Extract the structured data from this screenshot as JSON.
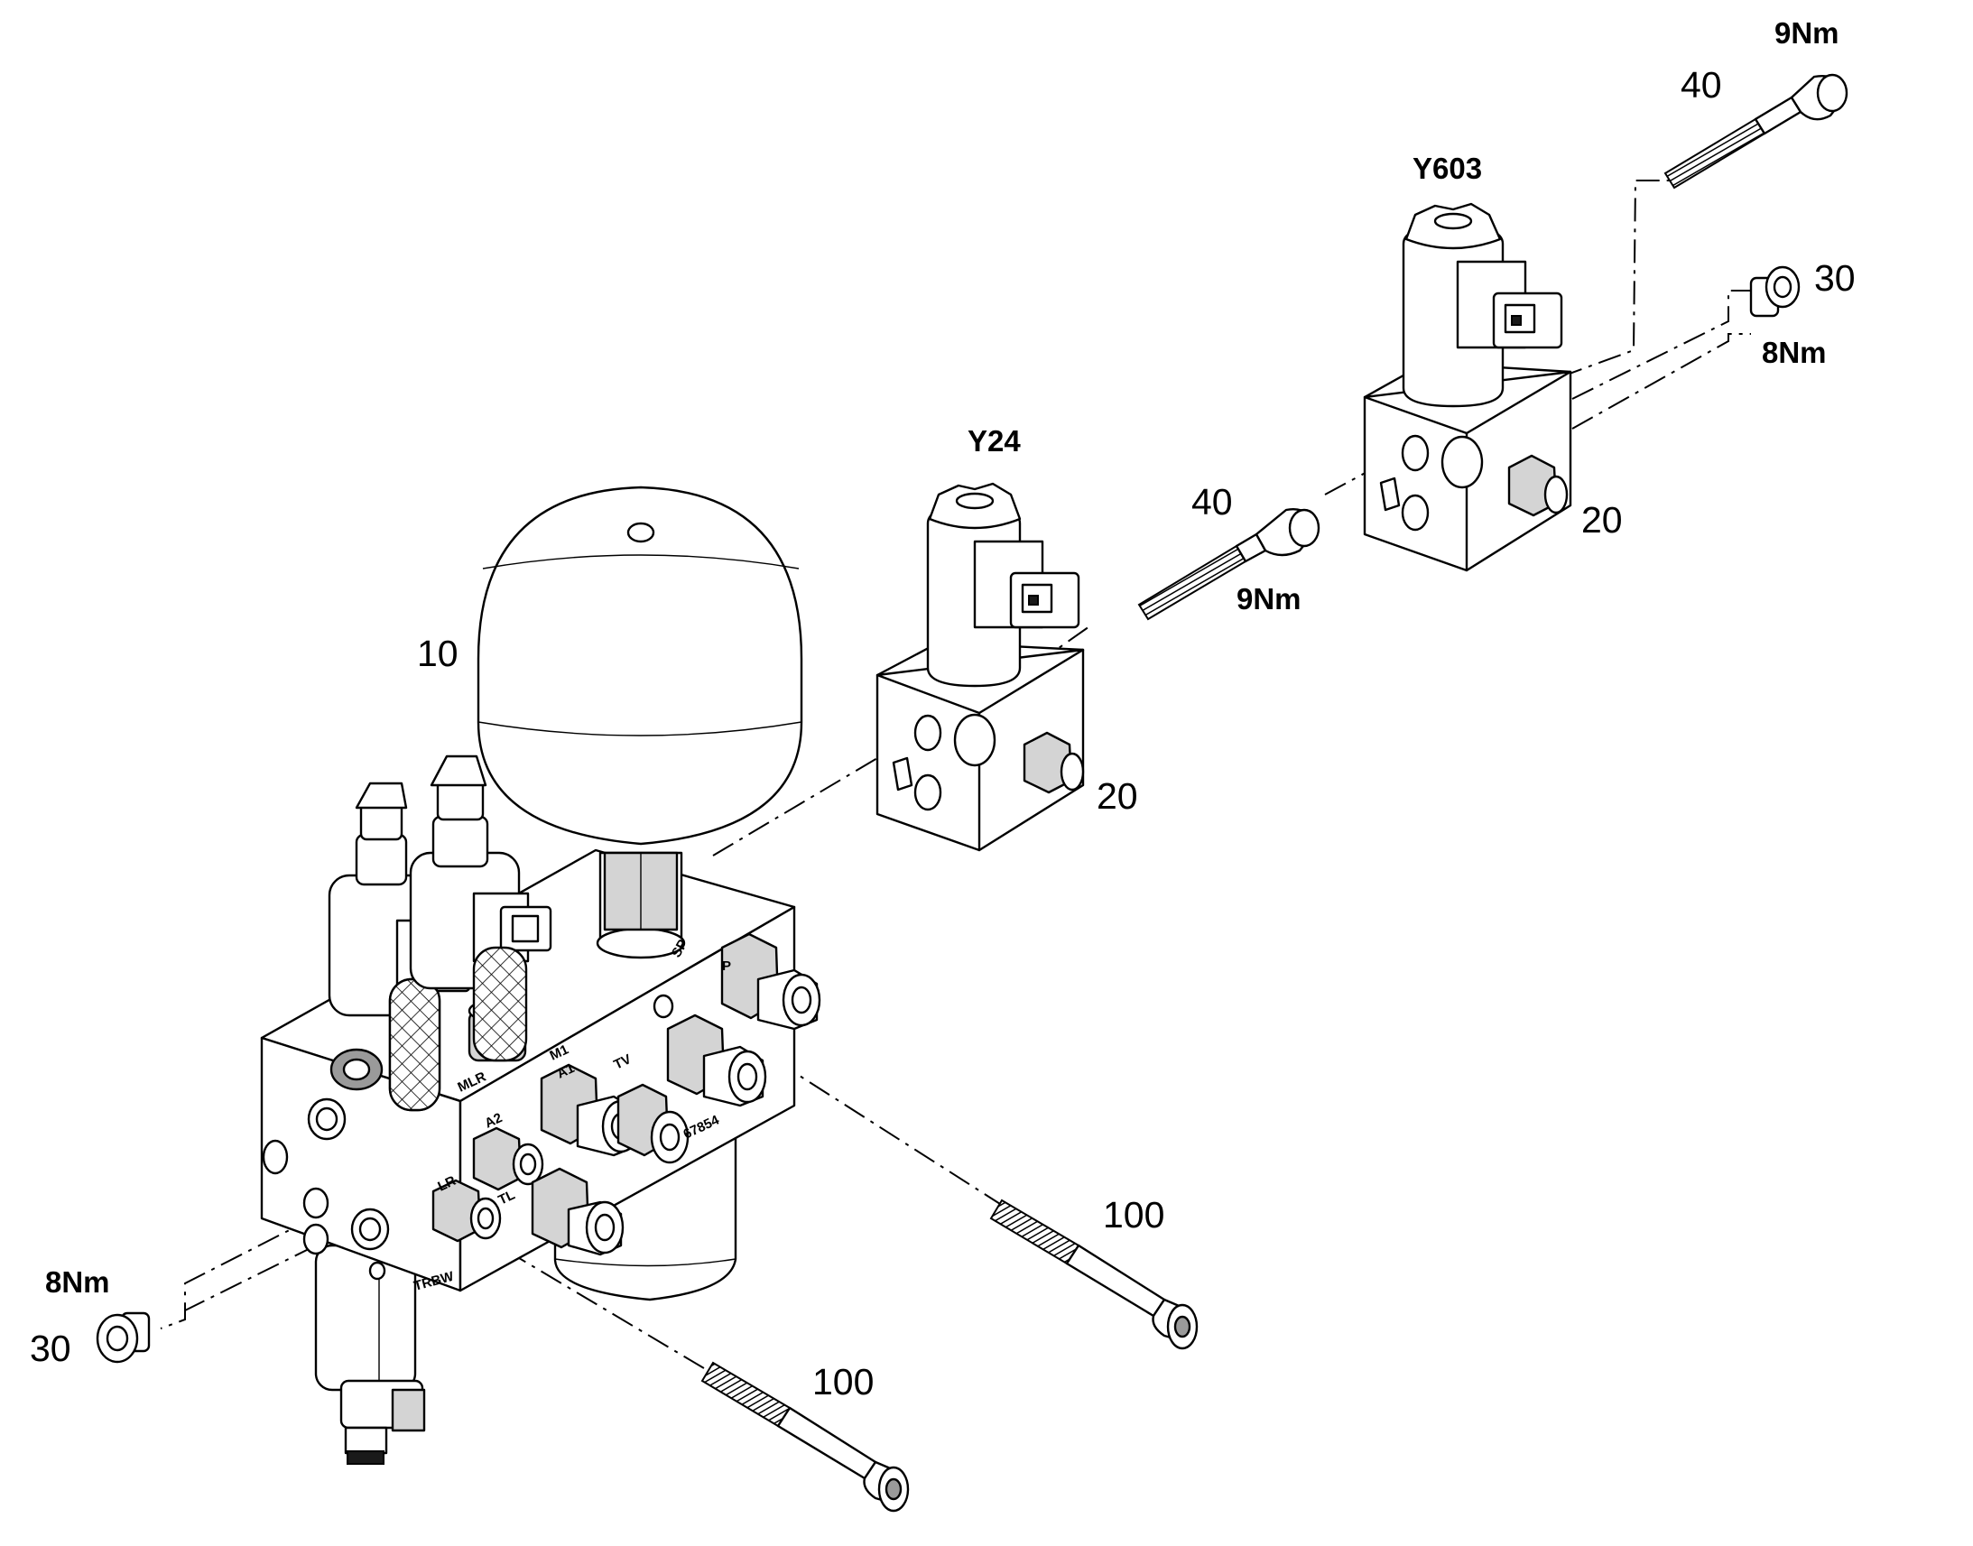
{
  "callouts": {
    "accumulator": "10",
    "valve_y24_block": "20",
    "valve_y603_block": "20",
    "plug_left": "30",
    "plug_right": "30",
    "screw_y24": "40",
    "screw_y603": "40",
    "bolt_upper": "100",
    "bolt_lower": "100"
  },
  "designations": {
    "valve_y24": "Y24",
    "valve_y603": "Y603"
  },
  "torques": {
    "plug_left": "8Nm",
    "plug_right": "8Nm",
    "screw_y24": "9Nm",
    "screw_y603": "9Nm"
  },
  "port_markings": {
    "sp": "SP",
    "p": "P",
    "m1": "M1",
    "mlr": "MLR",
    "a1": "A1",
    "a2": "A2",
    "tv": "TV",
    "lr": "LR",
    "tl": "TL",
    "part_number": "67854",
    "cast_mark": "TRBW"
  }
}
